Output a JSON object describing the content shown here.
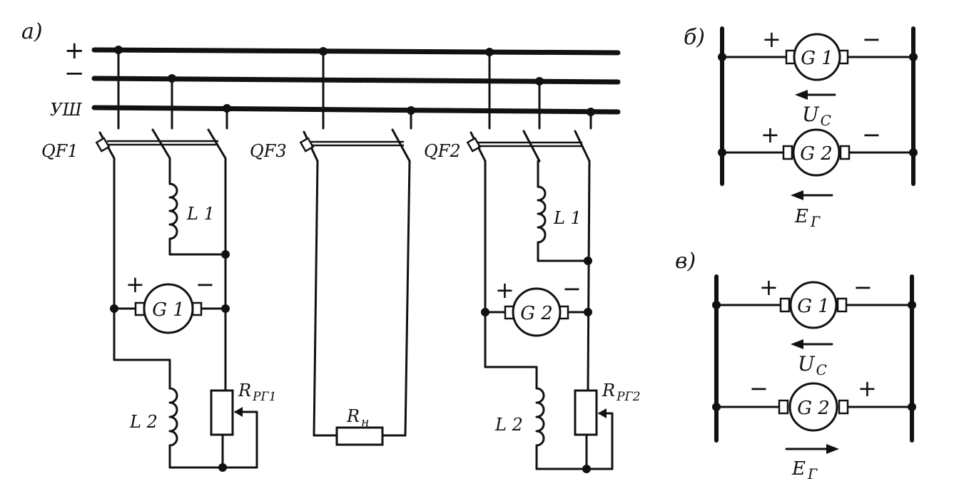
{
  "panel_a": {
    "label": "а)",
    "bus_plus": "+",
    "bus_minus": "−",
    "bus_equalizer": "УШ",
    "breaker_1": "QF1",
    "breaker_3": "QF3",
    "breaker_2": "QF2",
    "gen1": {
      "name": "G 1",
      "plus": "+",
      "minus": "−",
      "series_coil": "L 1",
      "shunt_coil": "L 2",
      "rheostat": "R",
      "rheostat_sub": "РГ1"
    },
    "load": {
      "name": "R",
      "sub": "н"
    },
    "gen2": {
      "name": "G 2",
      "plus": "+",
      "minus": "−",
      "series_coil": "L 1",
      "shunt_coil": "L 2",
      "rheostat": "R",
      "rheostat_sub": "РГ2"
    }
  },
  "panel_b": {
    "label": "б)",
    "g1": "G 1",
    "g1_left": "+",
    "g1_right": "−",
    "g2": "G 2",
    "g2_left": "+",
    "g2_right": "−",
    "u": "U",
    "u_sub": "C",
    "e": "E",
    "e_sub": "Г"
  },
  "panel_c": {
    "label": "в)",
    "g1": "G 1",
    "g1_left": "+",
    "g1_right": "−",
    "g2": "G 2",
    "g2_left": "−",
    "g2_right": "+",
    "u": "U",
    "u_sub": "C",
    "e": "E",
    "e_sub": "Г"
  }
}
